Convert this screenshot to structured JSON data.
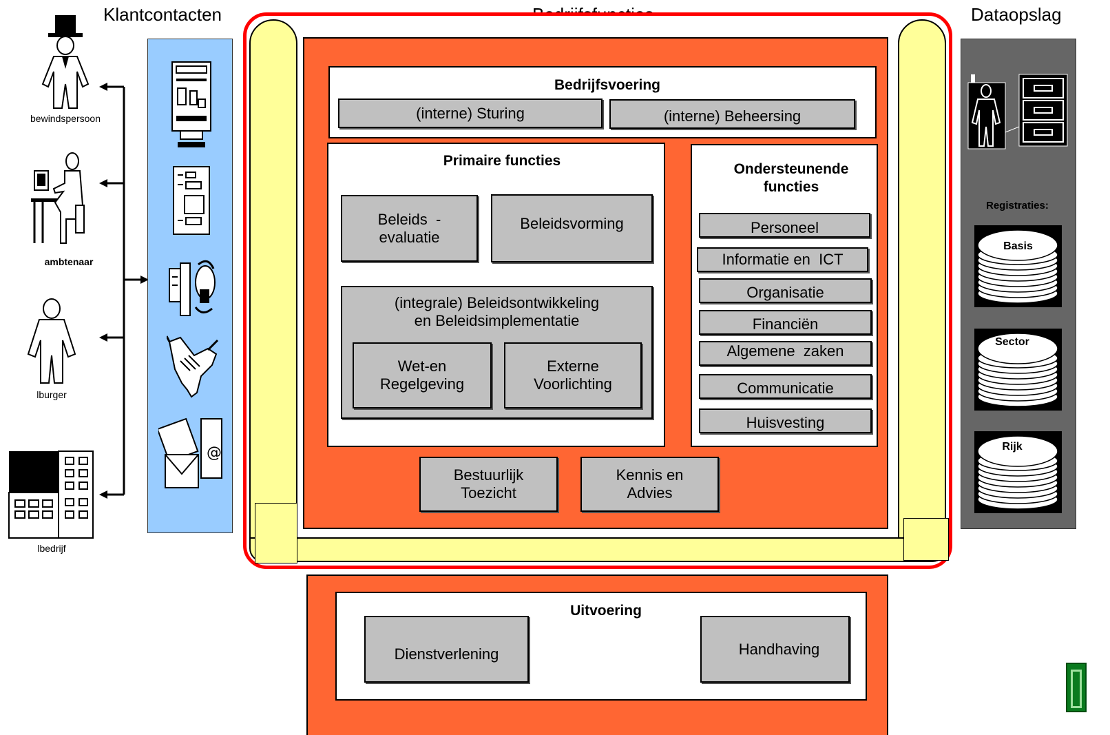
{
  "headers": {
    "klantcontacten": "Klantcontacten",
    "bedrijfsfuncties": "Bedrijfsfuncties",
    "dataopslag": "Dataopslag"
  },
  "clients": {
    "bewindspersoon": "bewindspersoon",
    "ambtenaar": "ambtenaar",
    "burger": "lburger",
    "bedrijf": "lbedrijf"
  },
  "bedrijfsvoering": {
    "title": "Bedrijfsvoering",
    "sturing": "(interne) Sturing",
    "beheersing": "(interne) Beheersing"
  },
  "primair": {
    "title": "Primaire functies",
    "evaluatie_l1": "Beleids  -",
    "evaluatie_l2": "evaluatie",
    "vorming": "Beleidsvorming",
    "integraal_l1": "(integrale) Beleidsontwikkeling",
    "integraal_l2": "en Beleidsimplementatie",
    "wet_l1": "Wet-en",
    "wet_l2": "Regelgeving",
    "extern_l1": "Externe",
    "extern_l2": "Voorlichting"
  },
  "ondersteunend": {
    "title_l1": "Ondersteunende",
    "title_l2": "functies",
    "items": [
      "Personeel",
      "Informatie en  ICT",
      "Organisatie",
      "Financiën",
      "Algemene  zaken",
      "Communicatie",
      "Huisvesting"
    ]
  },
  "toezicht": {
    "l1": "Bestuurlijk",
    "l2": "Toezicht"
  },
  "kennis": {
    "l1": "Kennis en",
    "l2": "Advies"
  },
  "uitvoering": {
    "title": "Uitvoering",
    "dienst": "Dienstverlening",
    "handhaving": "Handhaving"
  },
  "dataopslag": {
    "registraties": "Registraties:",
    "basis": "Basis",
    "sector": "Sector",
    "rijk": "Rijk"
  },
  "colors": {
    "orange": "#ff6633",
    "red": "#ff0000",
    "yellow": "#ffff99",
    "blue": "#99ccff",
    "grey_box": "#c0c0c0",
    "dark_panel": "#666666"
  }
}
